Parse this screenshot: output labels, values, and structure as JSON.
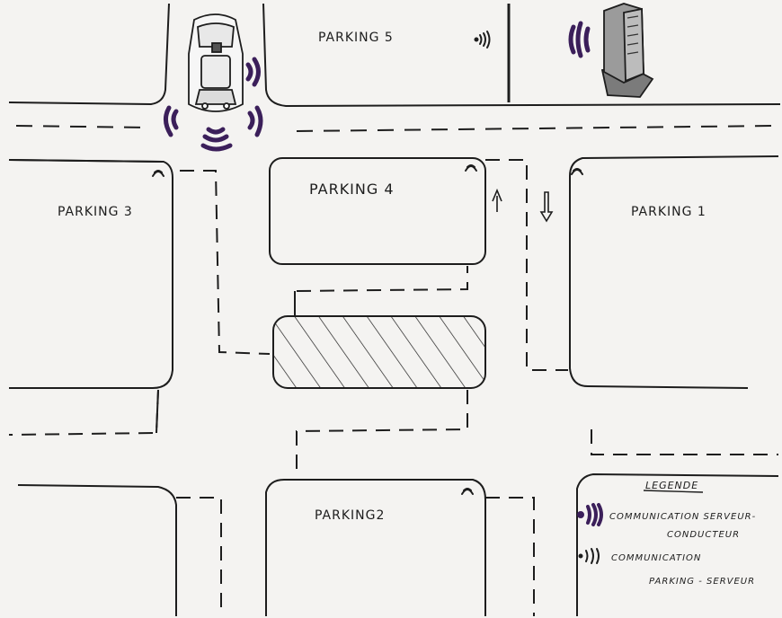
{
  "parkings": {
    "p1": "PARKING 1",
    "p2": "PARKING2",
    "p3": "PARKING 3",
    "p4": "PARKING 4",
    "p5": "PARKING 5"
  },
  "legend": {
    "title": "LEGENDE",
    "item1_line1": "COMMUNICATION SERVEUR-",
    "item1_line2": "CONDUCTEUR",
    "item2_line1": "COMMUNICATION",
    "item2_line2": "PARKING - SERVEUR"
  },
  "colors": {
    "ink": "#1d1d1d",
    "purple": "#3b1f5a",
    "server_gray": "#8a8a8a",
    "paper": "#f4f3f1"
  },
  "icons": [
    "car-icon",
    "server-icon",
    "signal-icon",
    "arrow-up-icon",
    "arrow-down-icon"
  ]
}
